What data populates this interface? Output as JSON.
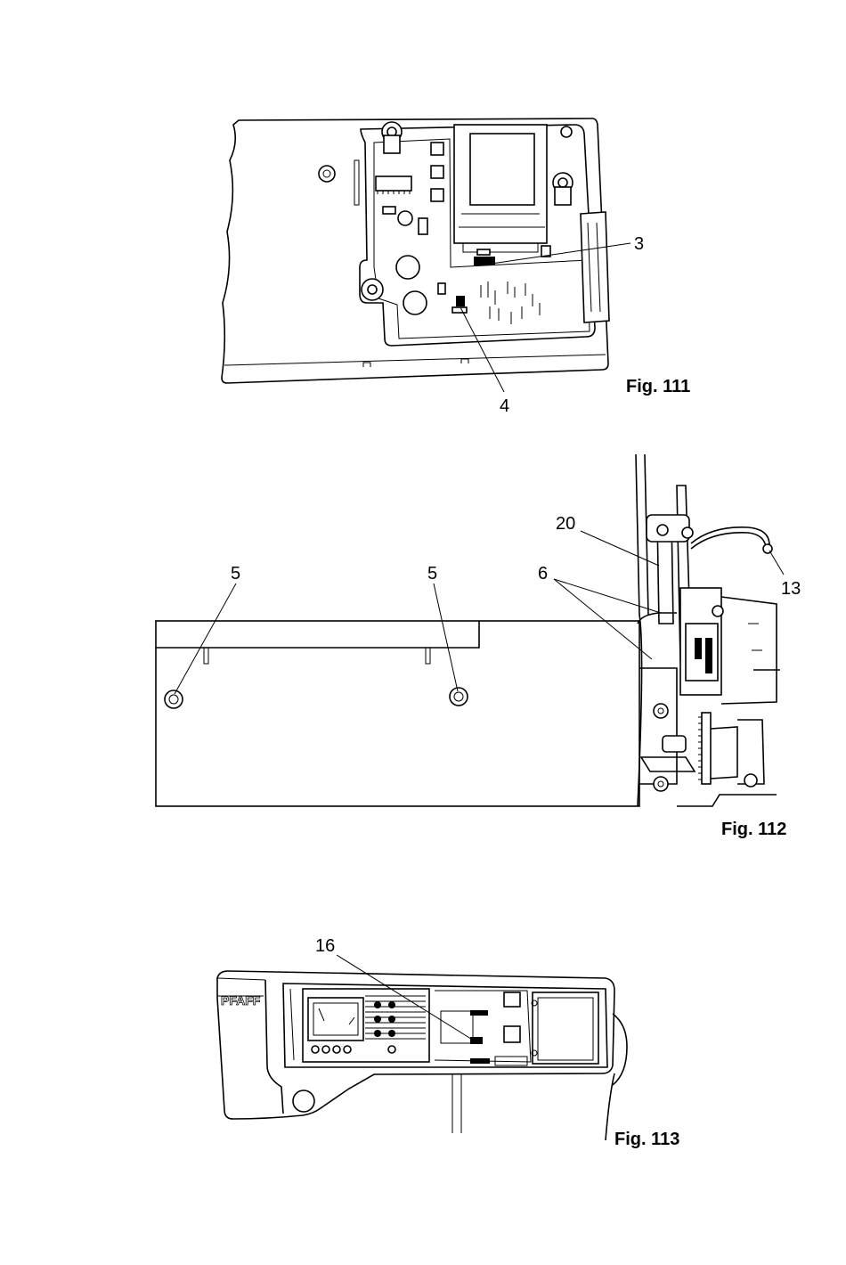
{
  "figures": [
    {
      "caption": "Fig. 111",
      "callouts": [
        "3",
        "4"
      ]
    },
    {
      "caption": "Fig. 112",
      "callouts": [
        "5",
        "5",
        "20",
        "6",
        "13"
      ]
    },
    {
      "caption": "Fig. 113",
      "callouts": [
        "16"
      ],
      "brand": "PFAFF"
    }
  ]
}
